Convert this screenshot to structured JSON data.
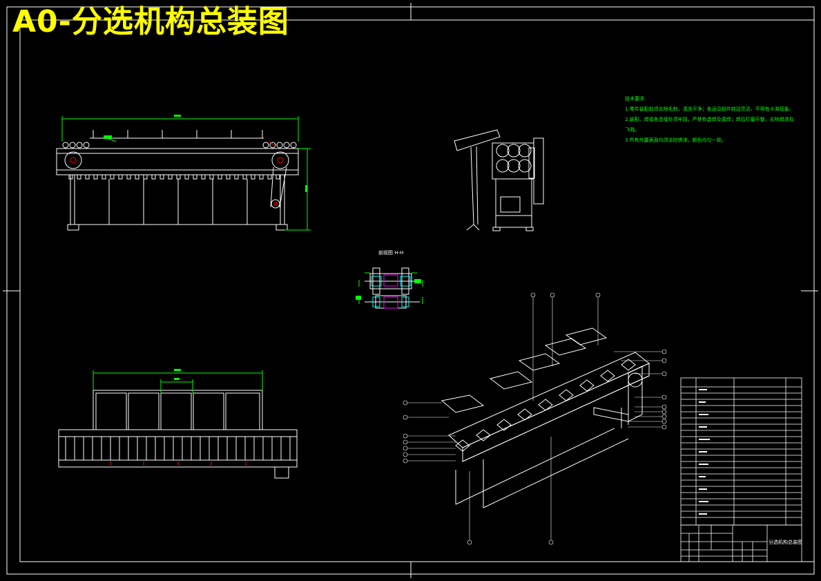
{
  "drawing": {
    "title": "A0-分选机构总装图",
    "section_label": "剖视图 H-H",
    "technical_requirements": {
      "heading": "技术要求:",
      "items": [
        "1.零件装配前须去除毛刺，清洗干净；各运动部件转动灵活，不得有卡滞现象。",
        "2.装配、焊接各连接处须牢固，严禁有虚焊及漏焊；焊后打磨平整，去除焊渣及飞溅。",
        "3.所有外露表面均须涂防锈漆，颜色均匀一致。"
      ]
    },
    "title_block_name": "分选机构总装图"
  },
  "colors": {
    "background": "#000000",
    "lines": "#ffffff",
    "title": "#ffff00",
    "notes": "#00ff00",
    "dimensions": "#00ff00",
    "center_marks": "#ff0000",
    "section_accent": "#00ffff",
    "section_part": "#ff00ff"
  }
}
